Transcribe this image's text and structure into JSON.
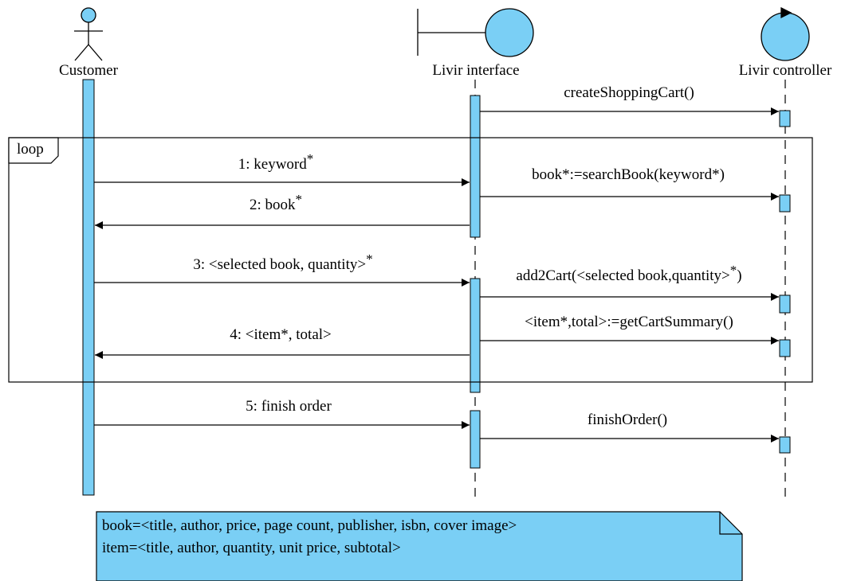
{
  "lifelines": {
    "customer": {
      "label": "Customer"
    },
    "interface": {
      "label": "Livir interface"
    },
    "controller": {
      "label": "Livir controller"
    }
  },
  "fragment": {
    "label": "loop"
  },
  "messages": {
    "m0": {
      "label": "createShoppingCart()"
    },
    "m1": {
      "label": "1: keyword",
      "sup": "*"
    },
    "m2": {
      "label": "book*:=searchBook(keyword*)"
    },
    "m3": {
      "label": "2: book",
      "sup": "*"
    },
    "m4": {
      "label": "3: <selected book, quantity>",
      "sup": "*"
    },
    "m5": {
      "label": "add2Cart(<selected book,quantity>",
      "sup": "*",
      "tail": ")"
    },
    "m6": {
      "label": "<item*,total>:=getCartSummary()"
    },
    "m7": {
      "label": "4: <item*, total>"
    },
    "m8": {
      "label": "5: finish order"
    },
    "m9": {
      "label": "finishOrder()"
    }
  },
  "note": {
    "line1": "book=<title, author, price, page count, publisher, isbn, cover image>",
    "line2": "item=<title, author, quantity, unit price, subtotal>"
  },
  "colors": {
    "fill": "#7acff5",
    "stroke": "#000000"
  }
}
